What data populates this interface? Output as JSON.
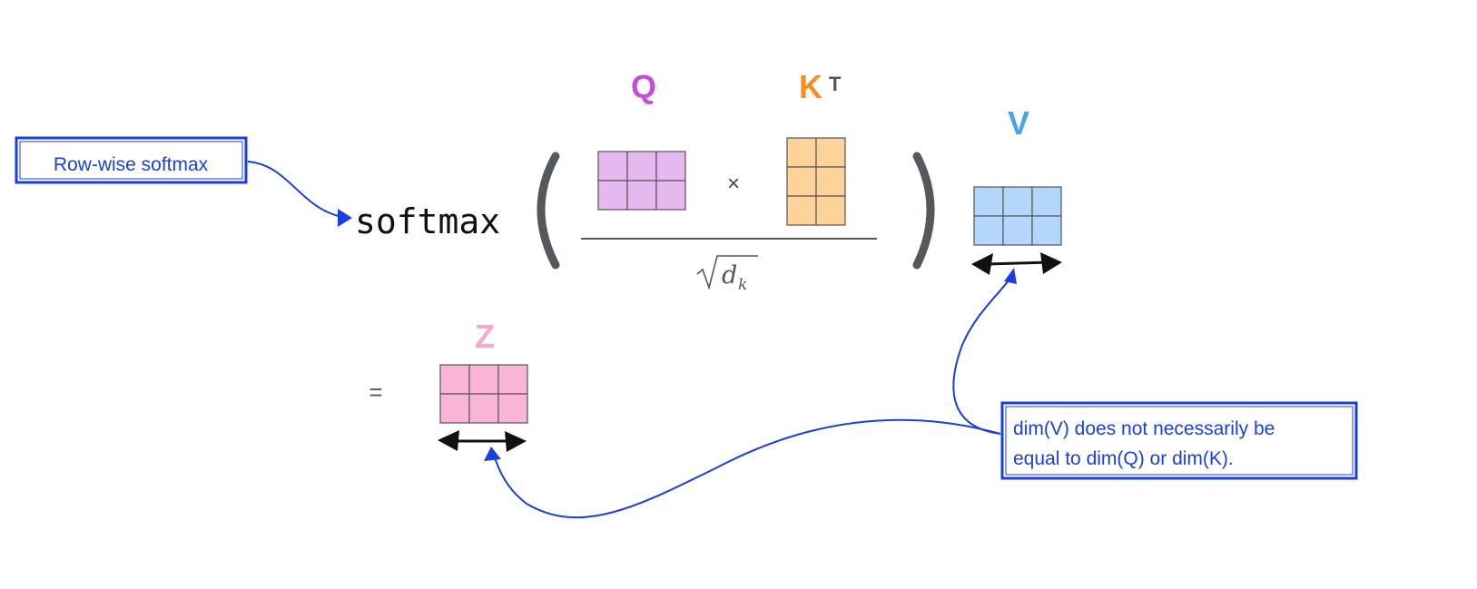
{
  "equation": {
    "function_name": "softmax",
    "q_label": "Q",
    "k_label": "K",
    "k_superscript": "T",
    "v_label": "V",
    "z_label": "Z",
    "times_symbol": "×",
    "equals_symbol": "=",
    "denominator_symbol": "d",
    "denominator_subscript": "k"
  },
  "annotations": {
    "softmax_note": "Row-wise softmax",
    "dim_note_line1": "dim(V) does not necessarily be",
    "dim_note_line2": "equal to dim(Q) or dim(K)."
  },
  "colors": {
    "q": "#c44fd6",
    "q_fill": "#e6b8f0",
    "k": "#f5901e",
    "k_fill": "#fdd39a",
    "v": "#4aa3f0",
    "v_fill": "#b3d7fa",
    "z": "#f7a8cf",
    "z_fill": "#f9b4d8",
    "annotation": "#1a3fe0"
  },
  "matrix_shapes": {
    "Q": {
      "rows": 2,
      "cols": 3
    },
    "K_T": {
      "rows": 3,
      "cols": 2
    },
    "V": {
      "rows": 2,
      "cols": 3
    },
    "Z": {
      "rows": 2,
      "cols": 3
    }
  }
}
